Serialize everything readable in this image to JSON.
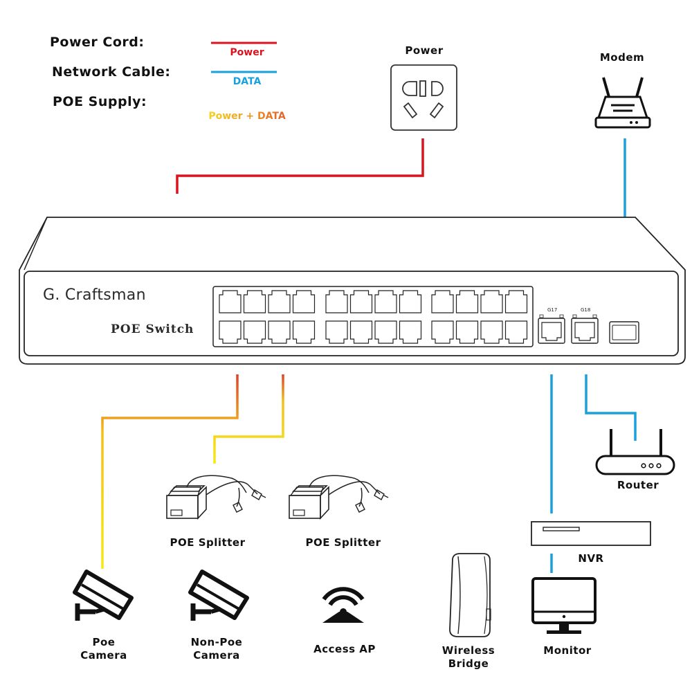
{
  "legend": {
    "power_cord_label": "Power Cord:",
    "power_cord_sub": "Power",
    "network_cable_label": "Network Cable:",
    "network_cable_sub": "DATA",
    "poe_supply_label": "POE Supply:",
    "poe_supply_sub": "Power + DATA"
  },
  "colors": {
    "power": "#d9141e",
    "data": "#1aa0dc",
    "poe_start": "#f7e21a",
    "poe_end": "#e2522a"
  },
  "switch": {
    "brand": "G. Craftsman",
    "model": "POE Switch",
    "port_g17": "G17",
    "port_g18": "G18"
  },
  "devices": {
    "power": "Power",
    "modem": "Modem",
    "router": "Router",
    "nvr": "NVR",
    "monitor": "Monitor",
    "poe_camera_line1": "Poe",
    "poe_camera_line2": "Camera",
    "non_poe_camera_line1": "Non-Poe",
    "non_poe_camera_line2": "Camera",
    "splitter_1": "POE Splitter",
    "splitter_2": "POE Splitter",
    "access_ap": "Access AP",
    "wireless_bridge_line1": "Wireless",
    "wireless_bridge_line2": "Bridge"
  },
  "icons": {
    "outlet": "power-outlet-icon",
    "modem": "modem-icon",
    "router": "router-icon",
    "nvr": "nvr-icon",
    "monitor": "monitor-icon",
    "camera": "cctv-camera-icon",
    "splitter": "poe-splitter-icon",
    "access_point": "wifi-access-point-icon",
    "bridge": "wireless-bridge-icon"
  }
}
